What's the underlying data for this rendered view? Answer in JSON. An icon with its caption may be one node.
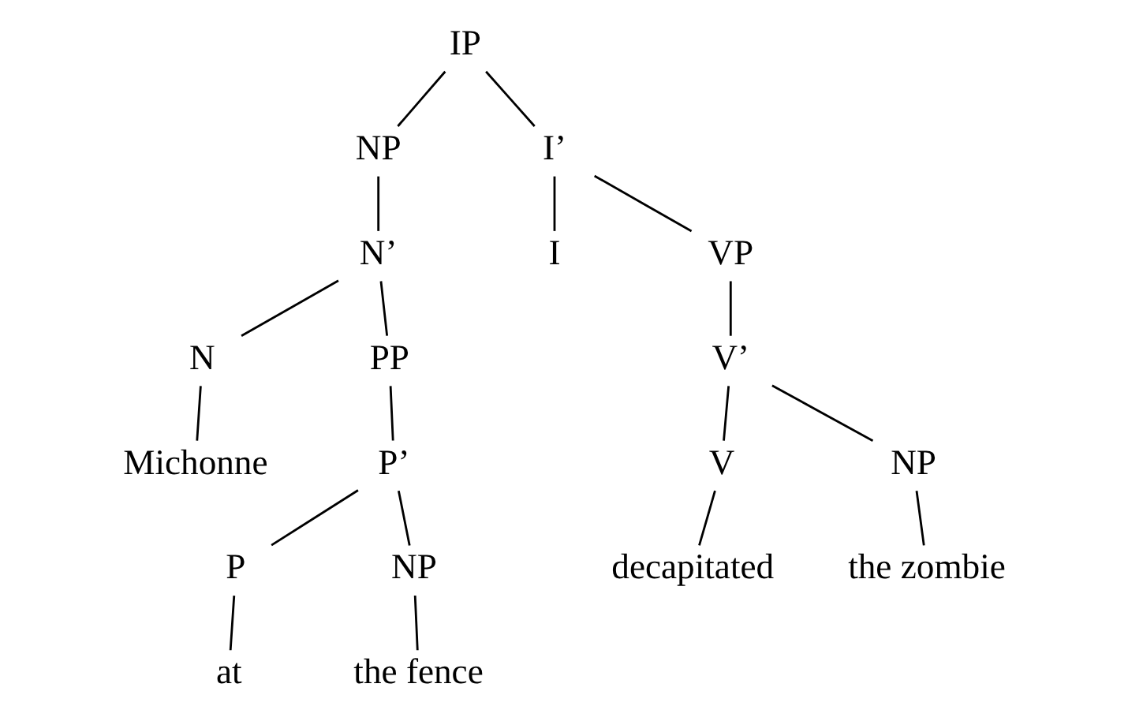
{
  "diagram": {
    "nodes": [
      {
        "text": [
          "IP"
        ]
      },
      {
        "text": [
          "NP"
        ]
      },
      {
        "text": [
          "I’"
        ]
      },
      {
        "text": [
          "N’"
        ]
      },
      {
        "text": [
          "I"
        ]
      },
      {
        "text": [
          "VP"
        ]
      },
      {
        "text": [
          "N"
        ]
      },
      {
        "text": [
          "PP"
        ]
      },
      {
        "text": [
          "V’"
        ]
      },
      {
        "text": [
          "Michonne"
        ]
      },
      {
        "text": [
          "P’"
        ]
      },
      {
        "text": [
          "V"
        ]
      },
      {
        "text": [
          "NP"
        ]
      },
      {
        "text": [
          "P"
        ]
      },
      {
        "text": [
          "NP"
        ]
      },
      {
        "text": [
          "decapitated"
        ]
      },
      {
        "text": [
          "the zombie"
        ]
      },
      {
        "text": [
          "at"
        ]
      },
      {
        "text": [
          "the fence"
        ]
      }
    ],
    "edges": [
      {
        "from": 0,
        "to": 1,
        "arrow": "none"
      },
      {
        "from": 0,
        "to": 2,
        "arrow": "none"
      },
      {
        "from": 1,
        "to": 3,
        "arrow": "none"
      },
      {
        "from": 2,
        "to": 4,
        "arrow": "none"
      },
      {
        "from": 2,
        "to": 5,
        "arrow": "none"
      },
      {
        "from": 3,
        "to": 6,
        "arrow": "none"
      },
      {
        "from": 3,
        "to": 7,
        "arrow": "none"
      },
      {
        "from": 5,
        "to": 8,
        "arrow": "none"
      },
      {
        "from": 6,
        "to": 9,
        "arrow": "none"
      },
      {
        "from": 7,
        "to": 10,
        "arrow": "none"
      },
      {
        "from": 8,
        "to": 11,
        "arrow": "none"
      },
      {
        "from": 8,
        "to": 12,
        "arrow": "none"
      },
      {
        "from": 10,
        "to": 13,
        "arrow": "none"
      },
      {
        "from": 10,
        "to": 14,
        "arrow": "none"
      },
      {
        "from": 11,
        "to": 15,
        "arrow": "none"
      },
      {
        "from": 12,
        "to": 16,
        "arrow": "none"
      },
      {
        "from": 13,
        "to": 17,
        "arrow": "none"
      },
      {
        "from": 14,
        "to": 18,
        "arrow": "none"
      }
    ]
  }
}
